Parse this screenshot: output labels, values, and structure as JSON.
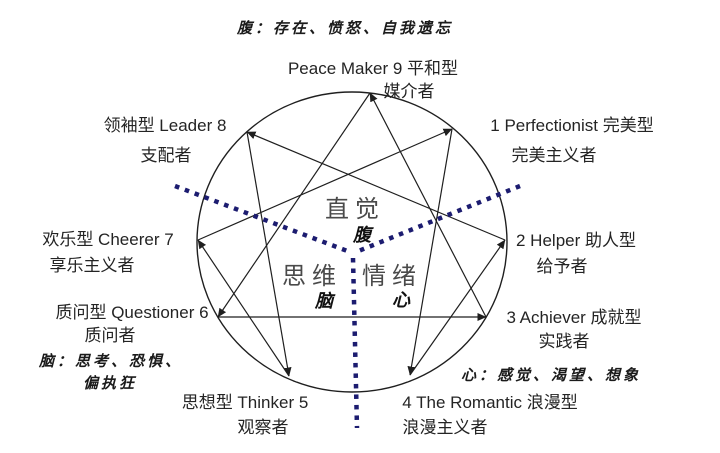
{
  "colors": {
    "line": "#1f1f1f",
    "dotted_divider": "#1c1c70",
    "text": "#242424"
  },
  "figure_name": "enneagram-of-personality",
  "center": {
    "intuition": "直觉",
    "intuition_sub": "腹",
    "thinking": "思维",
    "thinking_sub": "脑",
    "emotion": "情绪",
    "emotion_sub": "心"
  },
  "annotations": {
    "belly": "腹：存在、愤怒、自我遗忘",
    "head_line1": "脑：思考、恐惧、",
    "head_line2": "偏执狂",
    "heart": "心：感觉、渴望、想象"
  },
  "types": [
    {
      "id": 9,
      "label": "Peace Maker 9 平和型",
      "alias": "媒介者"
    },
    {
      "id": 8,
      "label": "领袖型 Leader 8",
      "alias": "支配者"
    },
    {
      "id": 1,
      "label": "1 Perfectionist 完美型",
      "alias": "完美主义者"
    },
    {
      "id": 7,
      "label": "欢乐型 Cheerer 7",
      "alias": "享乐主义者"
    },
    {
      "id": 2,
      "label": "2 Helper 助人型",
      "alias": "给予者"
    },
    {
      "id": 6,
      "label": "质问型 Questioner 6",
      "alias": "质问者"
    },
    {
      "id": 3,
      "label": "3 Achiever 成就型",
      "alias": "实践者"
    },
    {
      "id": 5,
      "label": "思想型 Thinker 5",
      "alias": "观察者"
    },
    {
      "id": 4,
      "label": "4 The Romantic 浪漫型",
      "alias": "浪漫主义者"
    }
  ]
}
